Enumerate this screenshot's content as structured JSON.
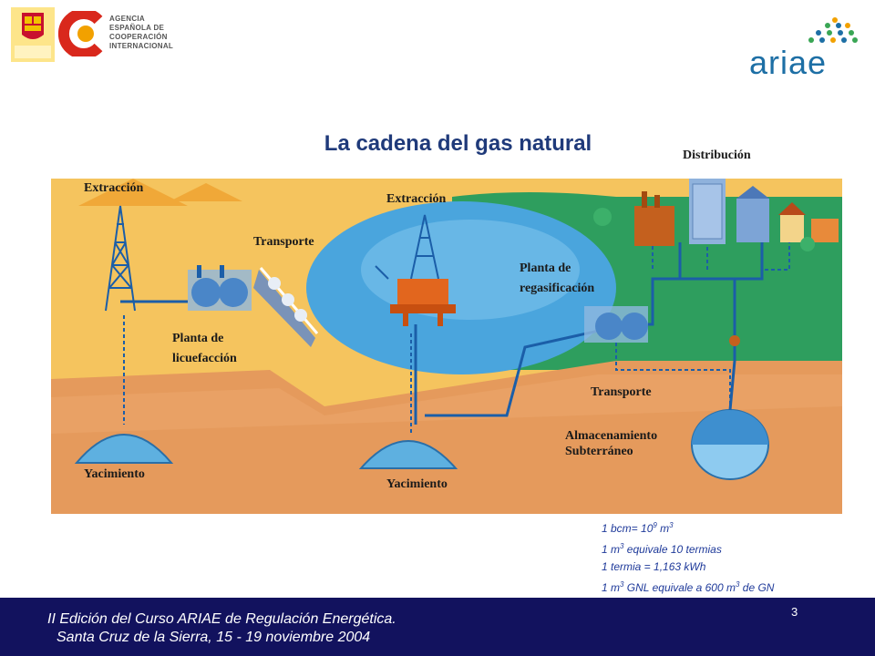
{
  "header": {
    "agency_lines": [
      "AGENCIA",
      "ESPAÑOLA DE",
      "COOPERACIÓN",
      "INTERNACIONAL"
    ],
    "ariae_logo": "ariae"
  },
  "title": "La cadena del gas natural",
  "labels": {
    "extraccion_left": "Extracción",
    "transporte_top": "Transporte",
    "extraccion_center": "Extracción",
    "distribucion": "Distribución",
    "planta_regas_1": "Planta de",
    "planta_regas_2": "regasificación",
    "planta_licue_1": "Planta de",
    "planta_licue_2": "licuefacción",
    "transporte_bottom": "Transporte",
    "almacen_1": "Almacenamiento",
    "almacen_2": "Subterráneo",
    "yacimiento_left": "Yacimiento",
    "yacimiento_center": "Yacimiento"
  },
  "notes": {
    "line1_a": "1 bcm= 10",
    "line1_sup": "9",
    "line1_b": " m",
    "line1_sup2": "3",
    "line2_a": "1 m",
    "line2_sup": "3",
    "line2_b": " equivale 10 termias",
    "line3": "1 termia = 1,163 kWh",
    "line4_a": "1 m",
    "line4_sup": "3",
    "line4_b": " GNL equivale a 600 m",
    "line4_sup2": "3",
    "line4_c": " de GN"
  },
  "footer": {
    "line1": "II Edición del Curso ARIAE de Regulación Energética.",
    "line2": "Santa Cruz de la Sierra, 15 - 19 noviembre 2004",
    "page_number": "3"
  },
  "colors": {
    "desert": "#f5c45e",
    "sea": "#4aa5dd",
    "land_green": "#2e9e5e",
    "ground": "#e59a5c",
    "pipe": "#1b5ea8",
    "footer_bg": "#12125e",
    "title": "#1f3a7a"
  }
}
